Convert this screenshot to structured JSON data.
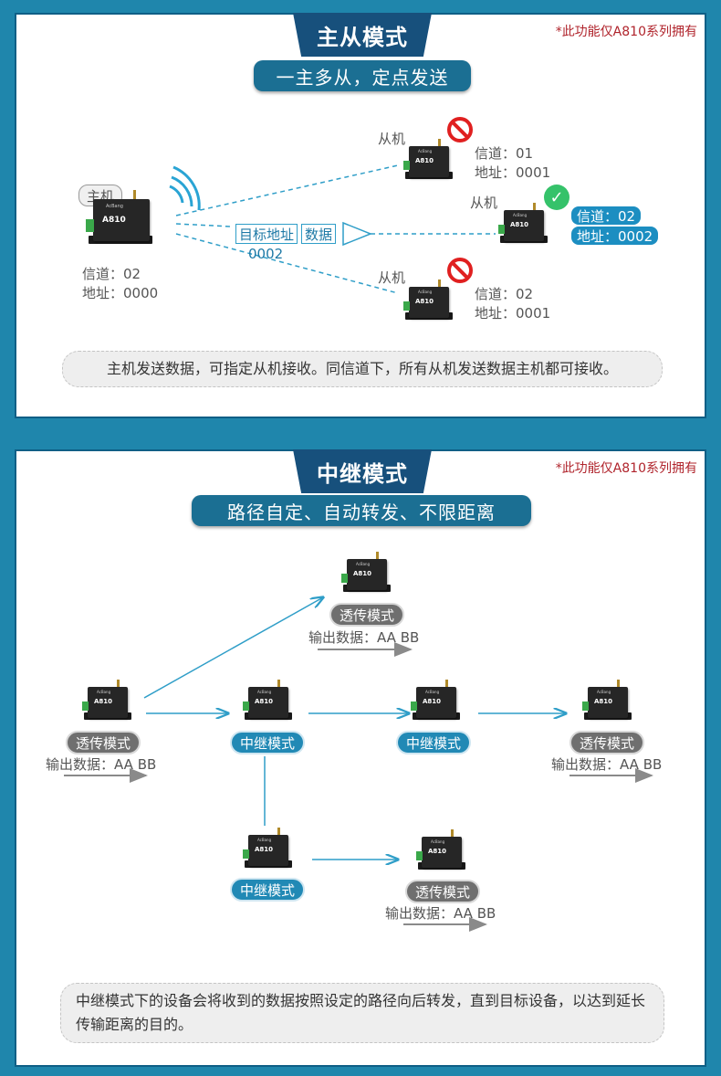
{
  "master_slave": {
    "tab_title": "主从模式",
    "note": "*此功能仅A810系列拥有",
    "subtitle": "一主多从，定点发送",
    "host": {
      "tag": "主机",
      "model": "A810",
      "channel": "信道：02",
      "address": "地址：0000"
    },
    "packet": {
      "target_label": "目标地址",
      "data_label": "数据",
      "target_value": "0002"
    },
    "slaves": [
      {
        "tag": "从机",
        "model": "A810",
        "channel": "信道：01",
        "address": "地址：0001",
        "status": "forbidden"
      },
      {
        "tag": "从机",
        "model": "A810",
        "channel": "信道：02",
        "address": "地址：0002",
        "status": "ok"
      },
      {
        "tag": "从机",
        "model": "A810",
        "channel": "信道：02",
        "address": "地址：0001",
        "status": "forbidden"
      }
    ],
    "caption": "主机发送数据，可指定从机接收。同信道下，所有从机发送数据主机都可接收。"
  },
  "relay": {
    "tab_title": "中继模式",
    "note": "*此功能仅A810系列拥有",
    "subtitle": "路径自定、自动转发、不限距离",
    "nodes": [
      {
        "id": "top",
        "mode": "透传模式",
        "output": "输出数据：AA BB",
        "model": "A810"
      },
      {
        "id": "left",
        "mode": "透传模式",
        "output": "输出数据：AA BB",
        "model": "A810"
      },
      {
        "id": "relay1",
        "mode": "中继模式",
        "model": "A810"
      },
      {
        "id": "relay2",
        "mode": "中继模式",
        "model": "A810"
      },
      {
        "id": "right",
        "mode": "透传模式",
        "output": "输出数据：AA BB",
        "model": "A810"
      },
      {
        "id": "relay3",
        "mode": "中继模式",
        "model": "A810"
      },
      {
        "id": "bottom",
        "mode": "透传模式",
        "output": "输出数据：AA BB",
        "model": "A810"
      }
    ],
    "caption": "中继模式下的设备会将收到的数据按照设定的路径向后转发，直到目标设备，以达到延长传输距离的目的。"
  },
  "colors": {
    "background": "#1f86ac",
    "tab": "#17507c",
    "accent": "#2189b5",
    "note": "#b0242c"
  },
  "brand_small": "AcBang"
}
